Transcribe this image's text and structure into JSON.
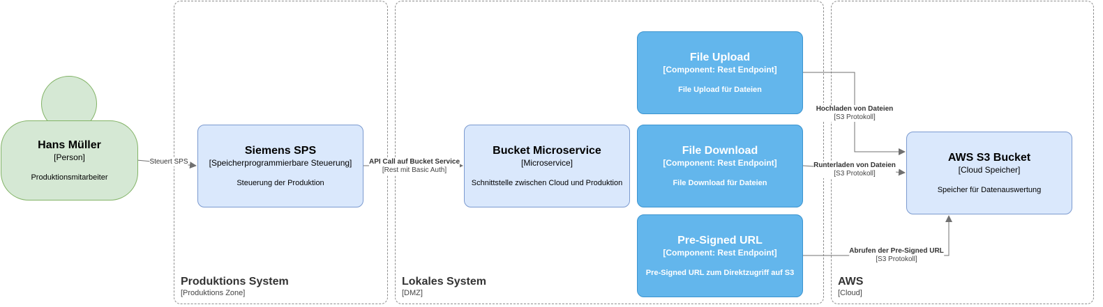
{
  "boundaries": {
    "produktion": {
      "title": "Produktions System",
      "tech": "[Produktions Zone]"
    },
    "lokal": {
      "title": "Lokales System",
      "tech": "[DMZ]"
    },
    "aws": {
      "title": "AWS",
      "tech": "[Cloud]"
    }
  },
  "person": {
    "name": "Hans Müller",
    "type": "[Person]",
    "desc": "Produktionsmitarbeiter"
  },
  "siemens": {
    "title": "Siemens SPS",
    "tech": "[Speicherprogrammierbare Steuerung]",
    "desc": "Steuerung der Produktion"
  },
  "bucket_ms": {
    "title": "Bucket Microservice",
    "tech": "[Microservice]",
    "desc": "Schnittstelle zwischen Cloud und Produktion"
  },
  "file_upload": {
    "title": "File Upload",
    "tech": "[Component: Rest Endpoint]",
    "desc": "File Upload für Dateien"
  },
  "file_download": {
    "title": "File Download",
    "tech": "[Component: Rest Endpoint]",
    "desc": "File Download für Dateien"
  },
  "presigned": {
    "title": "Pre-Signed URL",
    "tech": "[Component: Rest Endpoint]",
    "desc": "Pre-Signed URL zum Direktzugriff auf S3"
  },
  "s3": {
    "title": "AWS S3 Bucket",
    "tech": "[Cloud Speicher]",
    "desc": "Speicher für Datenauswertung"
  },
  "edges": {
    "steuert": {
      "label": "Steuert SPS"
    },
    "api_call": {
      "label": "API Call auf Bucket Service",
      "tech": "[Rest mit Basic Auth]"
    },
    "hochladen": {
      "label": "Hochladen von Dateien",
      "tech": "[S3 Protokoll]"
    },
    "runterladen": {
      "label": "Runterladen von Dateien",
      "tech": "[S3 Protokoll]"
    },
    "abrufen": {
      "label": "Abrufen der Pre-Signed URL",
      "tech": "[S3 Protokoll]"
    }
  }
}
